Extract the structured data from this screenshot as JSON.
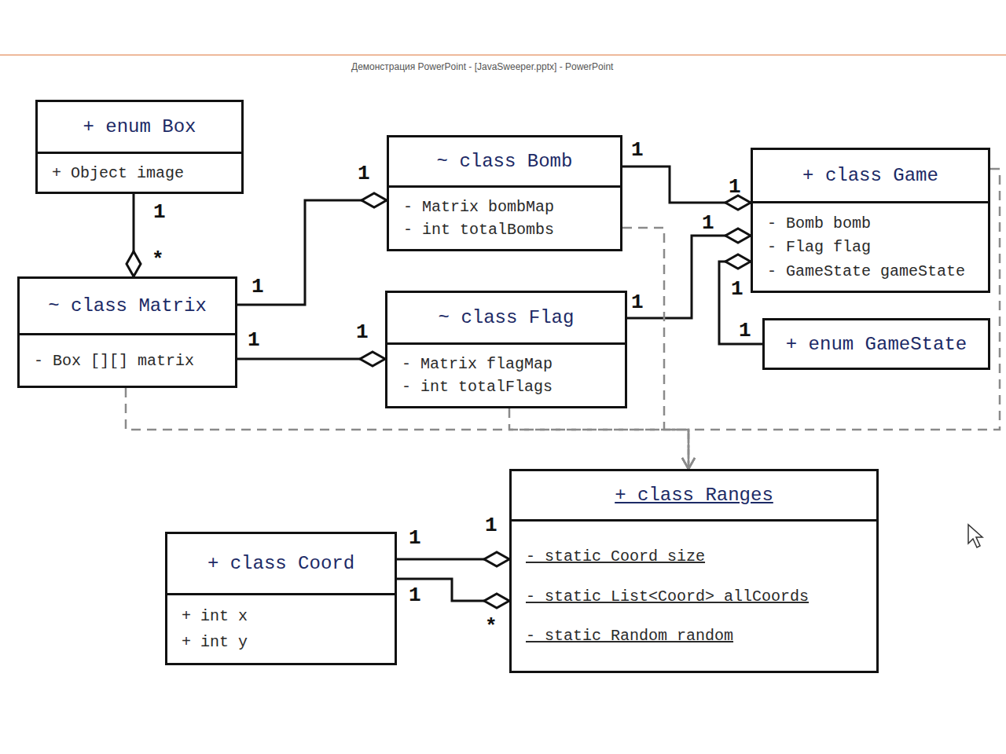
{
  "diagram": {
    "nodes": [
      {
        "text": [
          "+ enum Box",
          "+ Object image"
        ]
      },
      {
        "text": [
          "~ class Bomb",
          "- Matrix bombMap",
          "- int totalBombs"
        ]
      },
      {
        "text": [
          "+ class Game",
          "- Bomb bomb",
          "- Flag flag",
          "- GameState gameState"
        ]
      },
      {
        "text": [
          "~ class Matrix",
          "- Box [][] matrix"
        ]
      },
      {
        "text": [
          "~ class Flag",
          "- Matrix flagMap",
          "- int totalFlags"
        ]
      },
      {
        "text": [
          "+ enum GameState"
        ]
      },
      {
        "text": [
          "+ class Ranges",
          "- static Coord size",
          "- static List<Coord> allCoords",
          "- static Random random"
        ]
      },
      {
        "text": [
          "+ class Coord",
          "+ int x",
          "+ int y"
        ]
      }
    ],
    "edges": [
      {
        "from": 0,
        "to": 3,
        "arrow": "to"
      },
      {
        "from": 3,
        "to": 1,
        "arrow": "to"
      },
      {
        "from": 3,
        "to": 4,
        "arrow": "to"
      },
      {
        "from": 1,
        "to": 2,
        "arrow": "to"
      },
      {
        "from": 4,
        "to": 2,
        "arrow": "to"
      },
      {
        "from": 5,
        "to": 2,
        "arrow": "to"
      },
      {
        "from": 7,
        "to": 6,
        "arrow": "to"
      },
      {
        "from": 7,
        "to": 6,
        "arrow": "to"
      },
      {
        "from": 3,
        "to": 6,
        "arrow": "to"
      },
      {
        "from": 1,
        "to": 6,
        "arrow": "to"
      },
      {
        "from": 4,
        "to": 6,
        "arrow": "to"
      },
      {
        "from": 2,
        "to": 6,
        "arrow": "to"
      }
    ],
    "labels": [
      "Демонстрация PowerPoint - [JavaSweeper.pptx] - PowerPoint",
      "1",
      "*",
      "1",
      "1",
      "1",
      "1",
      "1",
      "1",
      "1",
      "1",
      "1",
      "1",
      "1",
      "1",
      "1",
      "*"
    ]
  }
}
